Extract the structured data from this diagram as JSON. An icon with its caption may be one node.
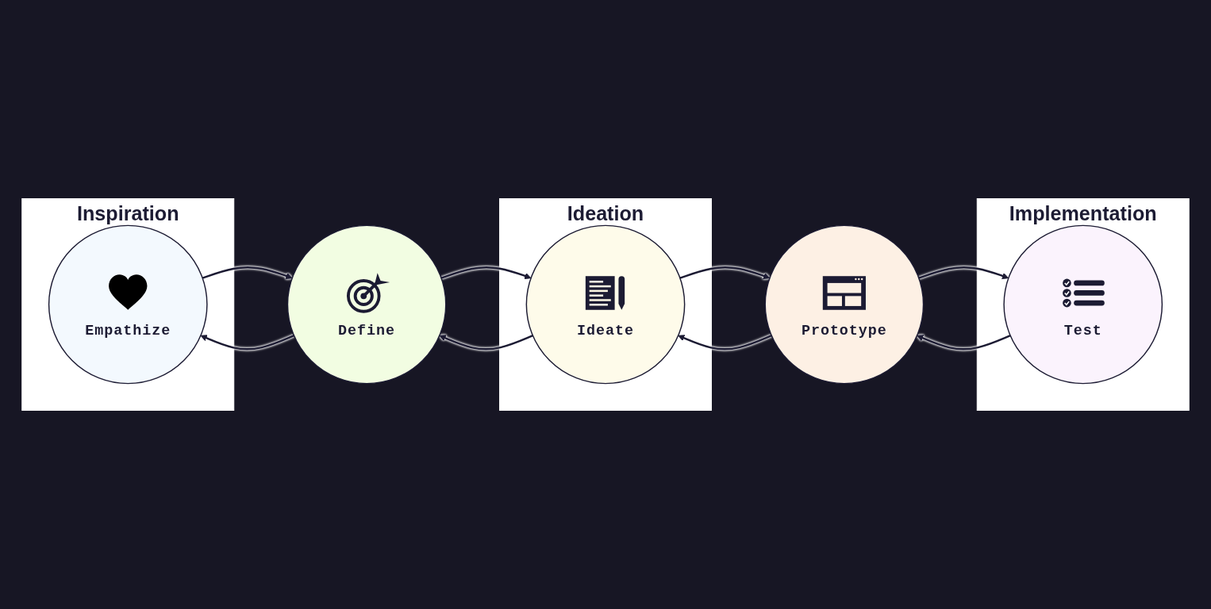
{
  "diagram": {
    "nodes": [
      {
        "text": [
          "Inspiration"
        ]
      },
      {
        "text": [
          "Ideation"
        ]
      },
      {
        "text": [
          "Implementation"
        ]
      },
      {
        "text": [
          "Empathize"
        ],
        "in": 0
      },
      {
        "text": [
          "Define"
        ]
      },
      {
        "text": [
          "Ideate"
        ],
        "in": 1
      },
      {
        "text": [
          "Prototype"
        ]
      },
      {
        "text": [
          "Test"
        ],
        "in": 2
      }
    ],
    "edges": [
      {
        "from": 3,
        "to": 4,
        "arrow": "to"
      },
      {
        "from": 4,
        "to": 5,
        "arrow": "to"
      },
      {
        "from": 5,
        "to": 6,
        "arrow": "to"
      },
      {
        "from": 6,
        "to": 7,
        "arrow": "to"
      },
      {
        "from": 4,
        "to": 3,
        "arrow": "to"
      },
      {
        "from": 5,
        "to": 4,
        "arrow": "to"
      },
      {
        "from": 6,
        "to": 5,
        "arrow": "to"
      },
      {
        "from": 7,
        "to": 6,
        "arrow": "to"
      }
    ]
  }
}
